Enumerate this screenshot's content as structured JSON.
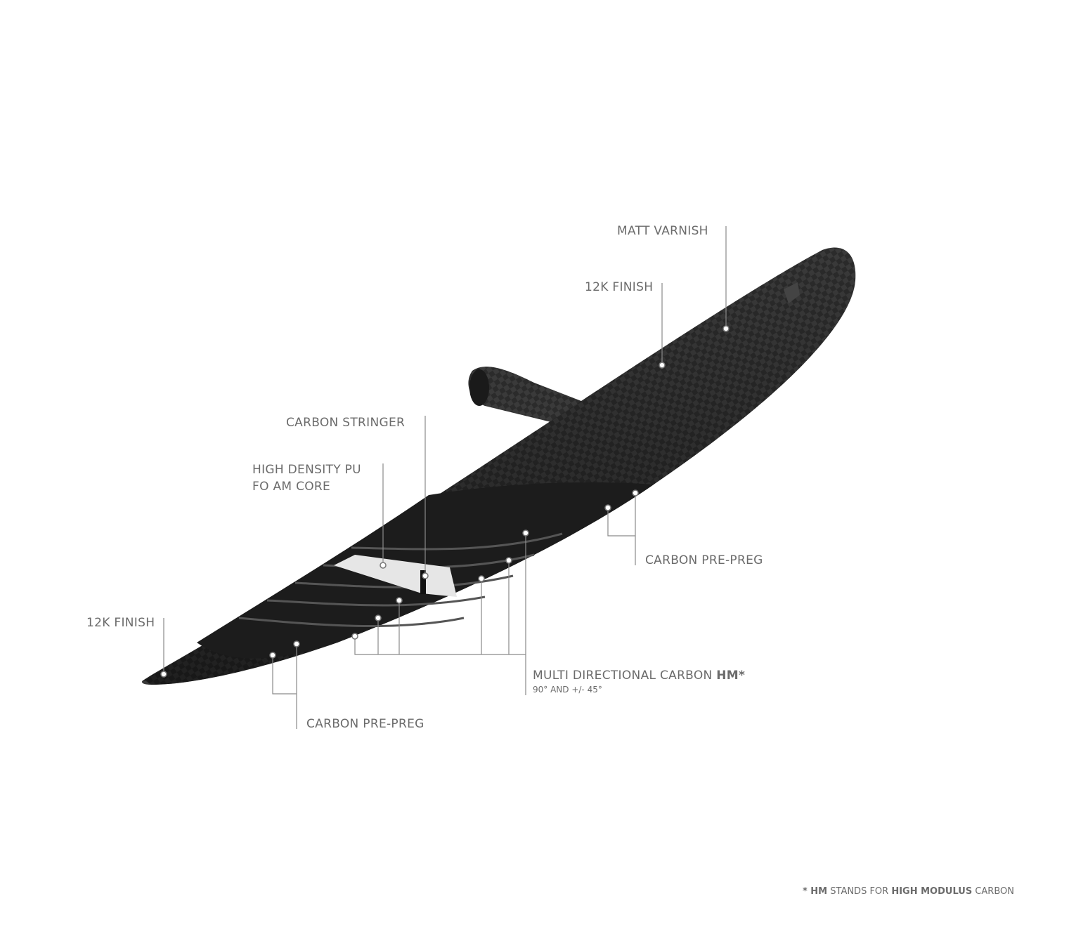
{
  "labels": {
    "matt_varnish": "MATT VARNISH",
    "finish_top": "12K FINISH",
    "carbon_stringer": "CARBON STRINGER",
    "foam_core_line1": "HIGH DENSITY PU",
    "foam_core_line2": "FO AM CORE",
    "finish_left": "12K FINISH",
    "prepreg_right": "CARBON PRE-PREG",
    "prepreg_bottom": "CARBON PRE-PREG",
    "multi_main": "MULTI DIRECTIONAL CARBON ",
    "multi_bold": "HM*",
    "multi_sub": "90° AND +/- 45°"
  },
  "footnote": {
    "star": "* ",
    "hm": "HM",
    "stands_for": " STANDS FOR ",
    "high_modulus": "HIGH MODULUS",
    "carbon": " CARBON"
  },
  "colors": {
    "text": "#6b6b6b",
    "leader": "#8a8a8a",
    "carbon": "#2a2a2a"
  }
}
